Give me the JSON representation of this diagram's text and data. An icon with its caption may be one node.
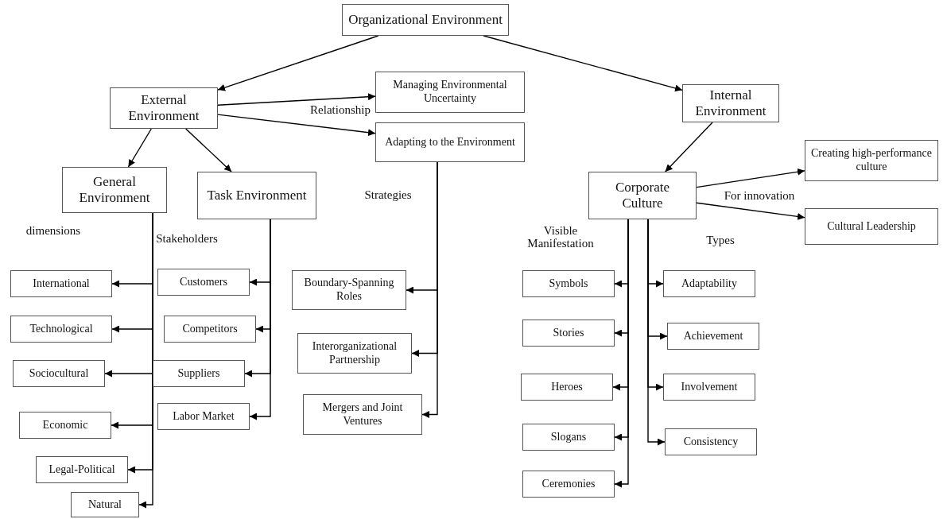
{
  "diagram": {
    "nodes": [
      {
        "text": [
          "Organizational Environment"
        ]
      },
      {
        "text": [
          "External Environment"
        ]
      },
      {
        "text": [
          "Managing Environmental Uncertainty"
        ]
      },
      {
        "text": [
          "Internal Environment"
        ]
      },
      {
        "text": [
          "Adapting to the Environment"
        ]
      },
      {
        "text": [
          "General Environment"
        ]
      },
      {
        "text": [
          "Task Environment"
        ]
      },
      {
        "text": [
          "Corporate Culture"
        ]
      },
      {
        "text": [
          "Creating high-performance culture"
        ]
      },
      {
        "text": [
          "Cultural Leadership"
        ]
      },
      {
        "text": [
          "International"
        ]
      },
      {
        "text": [
          "Technological"
        ]
      },
      {
        "text": [
          "Sociocultural"
        ]
      },
      {
        "text": [
          "Economic"
        ]
      },
      {
        "text": [
          "Legal-Political"
        ]
      },
      {
        "text": [
          "Natural"
        ]
      },
      {
        "text": [
          "Customers"
        ]
      },
      {
        "text": [
          "Competitors"
        ]
      },
      {
        "text": [
          "Suppliers"
        ]
      },
      {
        "text": [
          "Labor Market"
        ]
      },
      {
        "text": [
          "Boundary-Spanning Roles"
        ]
      },
      {
        "text": [
          "Interorganizational Partnership"
        ]
      },
      {
        "text": [
          "Mergers and Joint Ventures"
        ]
      },
      {
        "text": [
          "Symbols"
        ]
      },
      {
        "text": [
          "Stories"
        ]
      },
      {
        "text": [
          "Heroes"
        ]
      },
      {
        "text": [
          "Slogans"
        ]
      },
      {
        "text": [
          "Ceremonies"
        ]
      },
      {
        "text": [
          "Adaptability"
        ]
      },
      {
        "text": [
          "Achievement"
        ]
      },
      {
        "text": [
          "Involvement"
        ]
      },
      {
        "text": [
          "Consistency"
        ]
      }
    ],
    "edges": [
      {
        "from": 0,
        "to": 1,
        "arrow": "to"
      },
      {
        "from": 0,
        "to": 3,
        "arrow": "to"
      },
      {
        "from": 1,
        "to": 2,
        "arrow": "to"
      },
      {
        "from": 1,
        "to": 4,
        "arrow": "to"
      },
      {
        "from": 1,
        "to": 5,
        "arrow": "to"
      },
      {
        "from": 1,
        "to": 6,
        "arrow": "to"
      },
      {
        "from": 3,
        "to": 7,
        "arrow": "to"
      },
      {
        "from": 7,
        "to": 8,
        "arrow": "to"
      },
      {
        "from": 7,
        "to": 9,
        "arrow": "to"
      },
      {
        "from": 5,
        "to": 10,
        "arrow": "to"
      },
      {
        "from": 5,
        "to": 11,
        "arrow": "to"
      },
      {
        "from": 5,
        "to": 12,
        "arrow": "to"
      },
      {
        "from": 5,
        "to": 13,
        "arrow": "to"
      },
      {
        "from": 5,
        "to": 14,
        "arrow": "to"
      },
      {
        "from": 5,
        "to": 15,
        "arrow": "to"
      },
      {
        "from": 6,
        "to": 16,
        "arrow": "to"
      },
      {
        "from": 6,
        "to": 17,
        "arrow": "to"
      },
      {
        "from": 6,
        "to": 18,
        "arrow": "to"
      },
      {
        "from": 6,
        "to": 19,
        "arrow": "to"
      },
      {
        "from": 4,
        "to": 20,
        "arrow": "to"
      },
      {
        "from": 4,
        "to": 21,
        "arrow": "to"
      },
      {
        "from": 4,
        "to": 22,
        "arrow": "to"
      },
      {
        "from": 7,
        "to": 23,
        "arrow": "to"
      },
      {
        "from": 7,
        "to": 24,
        "arrow": "to"
      },
      {
        "from": 7,
        "to": 25,
        "arrow": "to"
      },
      {
        "from": 7,
        "to": 26,
        "arrow": "to"
      },
      {
        "from": 7,
        "to": 27,
        "arrow": "to"
      },
      {
        "from": 7,
        "to": 28,
        "arrow": "to"
      },
      {
        "from": 7,
        "to": 29,
        "arrow": "to"
      },
      {
        "from": 7,
        "to": 30,
        "arrow": "to"
      },
      {
        "from": 7,
        "to": 31,
        "arrow": "to"
      }
    ],
    "labels": [
      "Relationship",
      "dimensions",
      "Stakeholders",
      "Strategies",
      "Visible Manifestation",
      "Types",
      "For innovation"
    ]
  }
}
